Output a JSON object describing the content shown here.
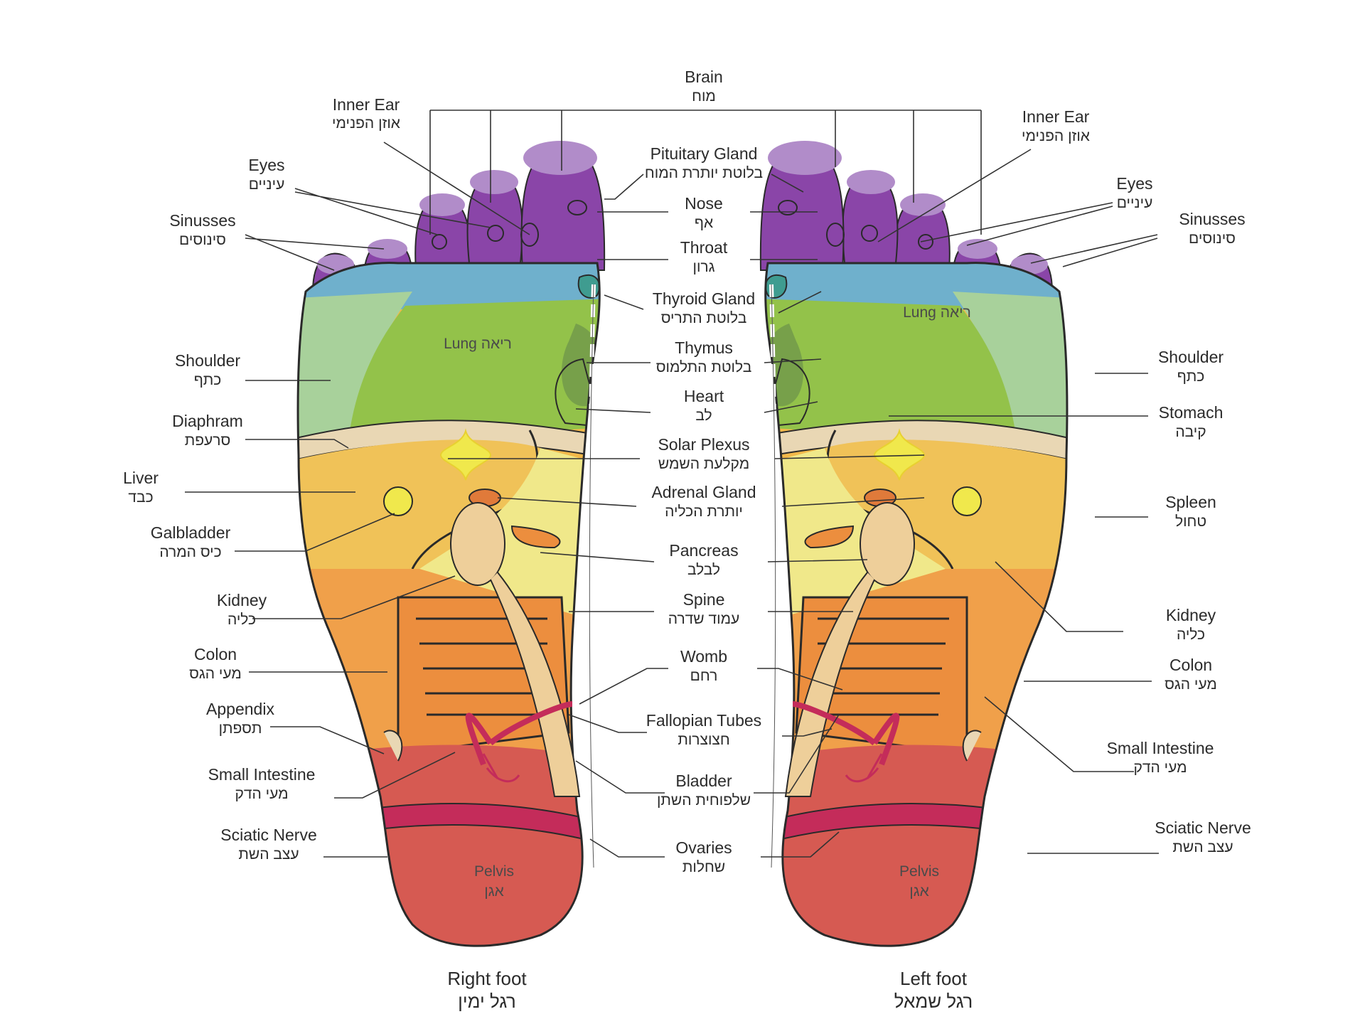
{
  "colors": {
    "toes": "#8a45a8",
    "toe_tip": "#b18cc9",
    "lung_band": "#6fb0cc",
    "lung": "#93c24a",
    "shoulder": "#a8d19b",
    "thymus": "#77a04a",
    "thyroid": "#3f9c90",
    "diaphragm": "#e9d7b4",
    "upper_arch": "#f2b84a",
    "liver": "#f0c258",
    "spleen": "#f0e84c",
    "lower_arch": "#f0a04a",
    "colon": "#ec8e3e",
    "heel": "#d65a52",
    "sciatic": "#c42c5a",
    "kidney": "#eecf9a",
    "adrenal": "#e07a3a",
    "spine_line": "#ffffff"
  },
  "diagram": {
    "brain": {
      "en": "Brain",
      "he": "מוח"
    },
    "right_foot": {
      "caption": {
        "en": "Right foot",
        "he": "רגל ימין"
      },
      "zone_labels": {
        "lung": "Lung ריאה",
        "pelvis_en": "Pelvis",
        "pelvis_he": "אגן"
      },
      "labels": [
        {
          "key": "inner-ear",
          "en": "Inner Ear",
          "he": "אוזן הפנימי"
        },
        {
          "key": "eyes",
          "en": "Eyes",
          "he": "עיניים"
        },
        {
          "key": "sinusses",
          "en": "Sinusses",
          "he": "סינוסים"
        },
        {
          "key": "shoulder",
          "en": "Shoulder",
          "he": "כתף"
        },
        {
          "key": "diaphram",
          "en": "Diaphram",
          "he": "סרעפת"
        },
        {
          "key": "liver",
          "en": "Liver",
          "he": "כבד"
        },
        {
          "key": "galbladder",
          "en": "Galbladder",
          "he": "כיס המרה"
        },
        {
          "key": "kidney",
          "en": "Kidney",
          "he": "כליה"
        },
        {
          "key": "colon",
          "en": "Colon",
          "he": "מעי הגס"
        },
        {
          "key": "appendix",
          "en": "Appendix",
          "he": "תספתן"
        },
        {
          "key": "small-intestine",
          "en": "Small Intestine",
          "he": "מעי הדק"
        },
        {
          "key": "sciatic-nerve",
          "en": "Sciatic Nerve",
          "he": "עצב השת"
        }
      ]
    },
    "left_foot": {
      "caption": {
        "en": "Left foot",
        "he": "רגל שמאל"
      },
      "zone_labels": {
        "lung": "Lung ריאה",
        "pelvis_en": "Pelvis",
        "pelvis_he": "אגן"
      },
      "labels": [
        {
          "key": "inner-ear",
          "en": "Inner Ear",
          "he": "אוזן הפנימי"
        },
        {
          "key": "eyes",
          "en": "Eyes",
          "he": "עיניים"
        },
        {
          "key": "sinusses",
          "en": "Sinusses",
          "he": "סינוסים"
        },
        {
          "key": "shoulder",
          "en": "Shoulder",
          "he": "כתף"
        },
        {
          "key": "stomach",
          "en": "Stomach",
          "he": "קיבה"
        },
        {
          "key": "spleen",
          "en": "Spleen",
          "he": "טחול"
        },
        {
          "key": "kidney",
          "en": "Kidney",
          "he": "כליה"
        },
        {
          "key": "colon",
          "en": "Colon",
          "he": "מעי הגס"
        },
        {
          "key": "small-intestine",
          "en": "Small Intestine",
          "he": "מעי הדק"
        },
        {
          "key": "sciatic-nerve",
          "en": "Sciatic Nerve",
          "he": "עצב השת"
        }
      ]
    },
    "center_labels": [
      {
        "key": "pituitary-gland",
        "en": "Pituitary Gland",
        "he": "בלוטת יותרת המוח"
      },
      {
        "key": "nose",
        "en": "Nose",
        "he": "אף"
      },
      {
        "key": "throat",
        "en": "Throat",
        "he": "גרון"
      },
      {
        "key": "thyroid-gland",
        "en": "Thyroid Gland",
        "he": "בלוטת התריס"
      },
      {
        "key": "thymus",
        "en": "Thymus",
        "he": "בלוטת התלמוס"
      },
      {
        "key": "heart",
        "en": "Heart",
        "he": "לב"
      },
      {
        "key": "solar-plexus",
        "en": "Solar Plexus",
        "he": "מקלעת השמש"
      },
      {
        "key": "adrenal-gland",
        "en": "Adrenal Gland",
        "he": "יותרת הכליה"
      },
      {
        "key": "pancreas",
        "en": "Pancreas",
        "he": "לבלב"
      },
      {
        "key": "spine",
        "en": "Spine",
        "he": "עמוד שדרה"
      },
      {
        "key": "womb",
        "en": "Womb",
        "he": "רחם"
      },
      {
        "key": "fallopian-tubes",
        "en": "Fallopian Tubes",
        "he": "חצוצרות"
      },
      {
        "key": "bladder",
        "en": "Bladder",
        "he": "שלפוחית השתן"
      },
      {
        "key": "ovaries",
        "en": "Ovaries",
        "he": "שחלות"
      }
    ]
  }
}
